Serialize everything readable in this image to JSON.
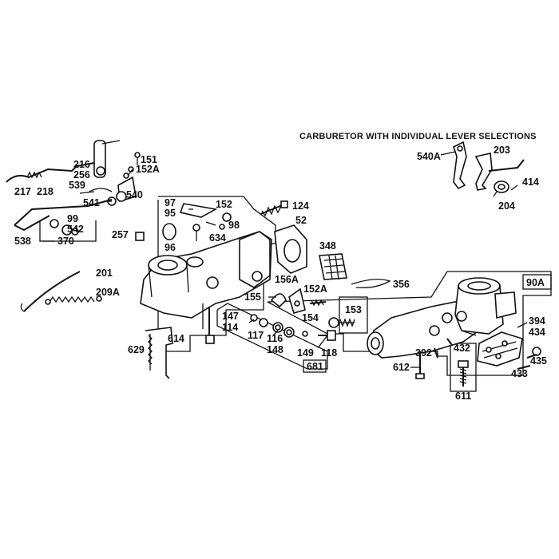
{
  "title": "CARBURETOR WITH INDIVIDUAL LEVER SELECTIONS",
  "parts": {
    "p217": "217",
    "p218": "218",
    "p216": "216",
    "p256": "256",
    "p151": "151",
    "p152A_top": "152A",
    "p539": "539",
    "p540": "540",
    "p541": "541",
    "p99": "99",
    "p542": "542",
    "p370": "370",
    "p538": "538",
    "p257": "257",
    "p97": "97",
    "p95": "95",
    "p96": "96",
    "p152_top": "152",
    "p98": "98",
    "p634": "634",
    "p124": "124",
    "p52": "52",
    "p348": "348",
    "p356": "356",
    "p540A": "540A",
    "p203": "203",
    "p414": "414",
    "p204": "204",
    "p201": "201",
    "p209A": "209A",
    "p156A": "156A",
    "p152A_mid": "152A",
    "p155": "155",
    "p154": "154",
    "p153": "153",
    "p147": "147",
    "p114": "114",
    "p117": "117",
    "p116": "116",
    "p148": "148",
    "p149": "149",
    "p118": "118",
    "p629": "629",
    "p614": "614",
    "p681": "681",
    "p90A": "90A",
    "p394": "394",
    "p434": "434",
    "p435": "435",
    "p433": "433",
    "p392": "392",
    "p432": "432",
    "p612": "612",
    "p611": "611"
  }
}
